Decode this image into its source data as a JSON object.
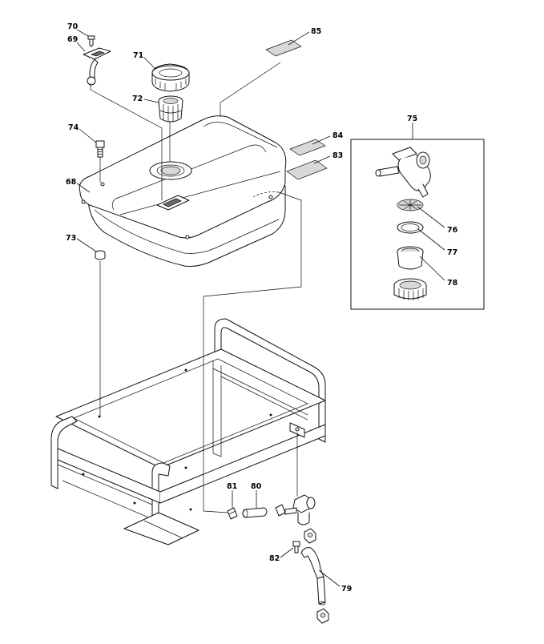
{
  "callouts": {
    "c68": "68",
    "c69": "69",
    "c70": "70",
    "c71": "71",
    "c72": "72",
    "c73": "73",
    "c74": "74",
    "c75": "75",
    "c76": "76",
    "c77": "77",
    "c78": "78",
    "c79": "79",
    "c80": "80",
    "c81": "81",
    "c82": "82",
    "c83": "83",
    "c84": "84",
    "c85": "85"
  }
}
